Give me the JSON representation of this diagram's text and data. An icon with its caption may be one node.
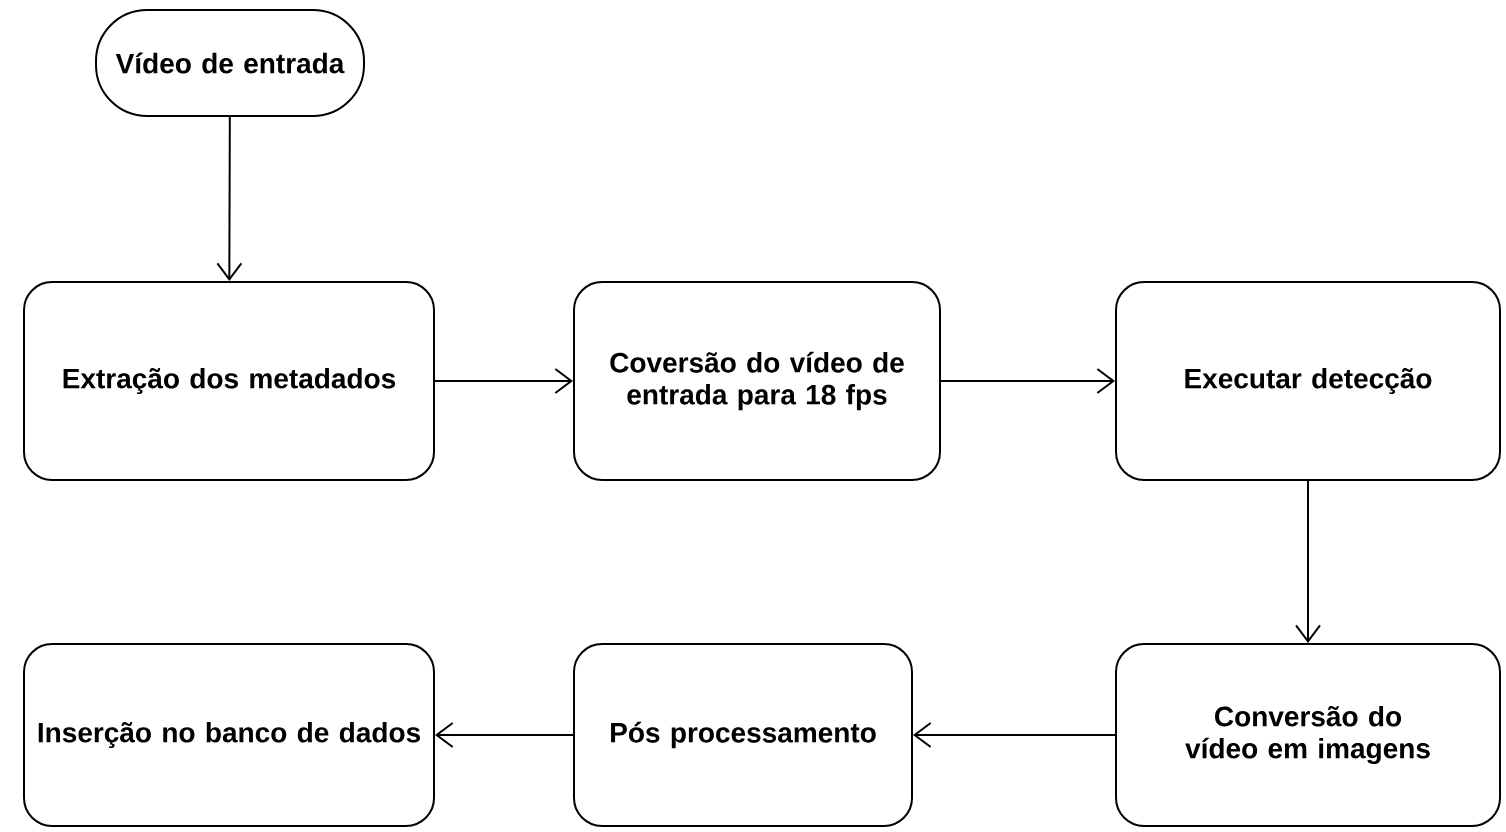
{
  "diagram": {
    "nodes": [
      {
        "text": [
          "Vídeo de entrada"
        ]
      },
      {
        "text": [
          "Extração dos metadados"
        ]
      },
      {
        "text": [
          "Coversão do vídeo de entrada para 18 fps"
        ]
      },
      {
        "text": [
          "Executar detecção"
        ]
      },
      {
        "text": [
          "Conversão do vídeo em imagens"
        ]
      },
      {
        "text": [
          "Pós processamento"
        ]
      },
      {
        "text": [
          "Inserção no banco de dados"
        ]
      }
    ],
    "edges": [
      {
        "from": 0,
        "to": 1,
        "arrow": "to"
      },
      {
        "from": 1,
        "to": 2,
        "arrow": "to"
      },
      {
        "from": 2,
        "to": 3,
        "arrow": "to"
      },
      {
        "from": 3,
        "to": 4,
        "arrow": "to"
      },
      {
        "from": 4,
        "to": 5,
        "arrow": "to"
      },
      {
        "from": 5,
        "to": 6,
        "arrow": "to"
      }
    ]
  }
}
